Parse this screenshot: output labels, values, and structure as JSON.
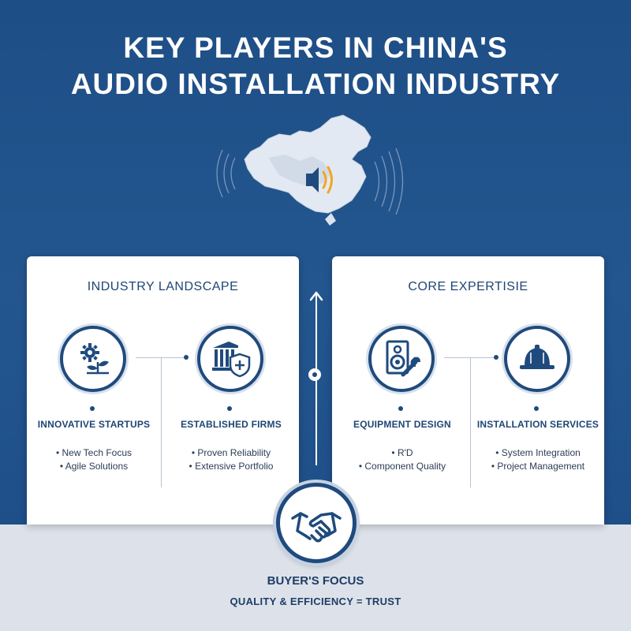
{
  "title": {
    "line1": "KEY PLAYERS IN CHINA'S",
    "line2": "AUDIO INSTALLATION INDUSTRY"
  },
  "colors": {
    "primary": "#1f4a7d",
    "background": "#23568f",
    "accent": "#f2a623"
  },
  "panels": [
    {
      "title": "INDUSTRY LANDSCAPE",
      "items": [
        {
          "icon": "gear-plant-icon",
          "title": "INNOVATIVE STARTUPS",
          "bullets": [
            "• New Tech Focus",
            "• Agile Solutions"
          ]
        },
        {
          "icon": "building-shield-icon",
          "title": "ESTABLISHED FIRMS",
          "bullets": [
            "• Proven Reliability",
            "• Extensive Portfolio"
          ]
        }
      ]
    },
    {
      "title": "CORE EXPERTISIE",
      "items": [
        {
          "icon": "speaker-wrench-icon",
          "title": "EQUIPMENT DESIGN",
          "bullets": [
            "• R'D",
            "• Component Quality"
          ]
        },
        {
          "icon": "hard-hat-icon",
          "title": "INSTALLATION SERVICES",
          "bullets": [
            "• System Integration",
            "• Project Management"
          ]
        }
      ]
    }
  ],
  "focus": {
    "icon": "handshake-icon",
    "title": "BUYER'S FOCUS",
    "subtitle": "QUALITY & EFFICIENCY = TRUST"
  }
}
